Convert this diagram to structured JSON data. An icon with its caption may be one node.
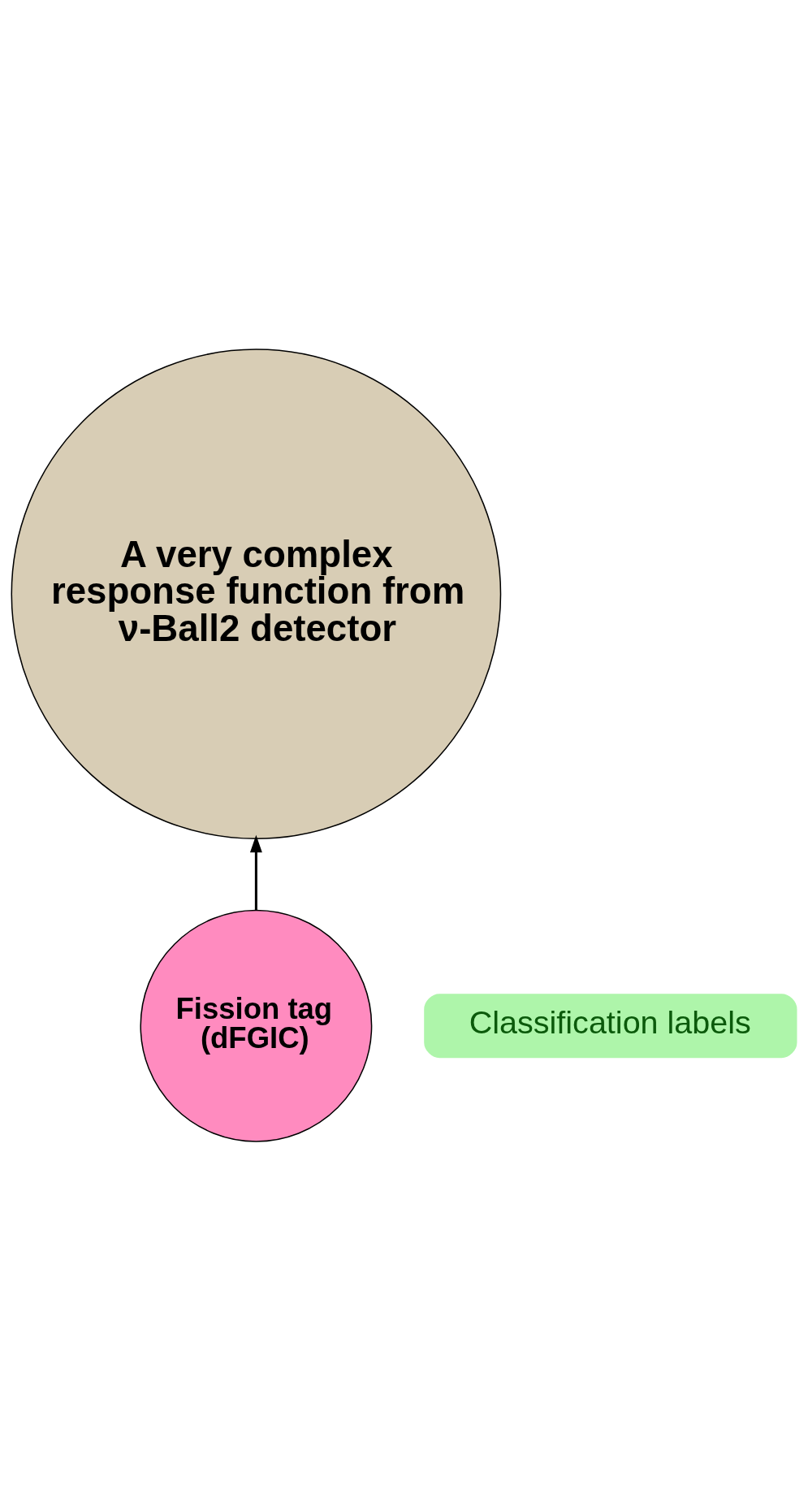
{
  "diagram": {
    "nodes": [
      {
        "text": [
          "A very complex response function from ν-Ball2 detector"
        ]
      },
      {
        "text": [
          "Fission tag (dFGIC)"
        ]
      },
      {
        "text": [
          "Classification labels"
        ]
      }
    ],
    "edges": [
      {
        "from": 1,
        "to": 0,
        "arrow": "to"
      }
    ]
  }
}
